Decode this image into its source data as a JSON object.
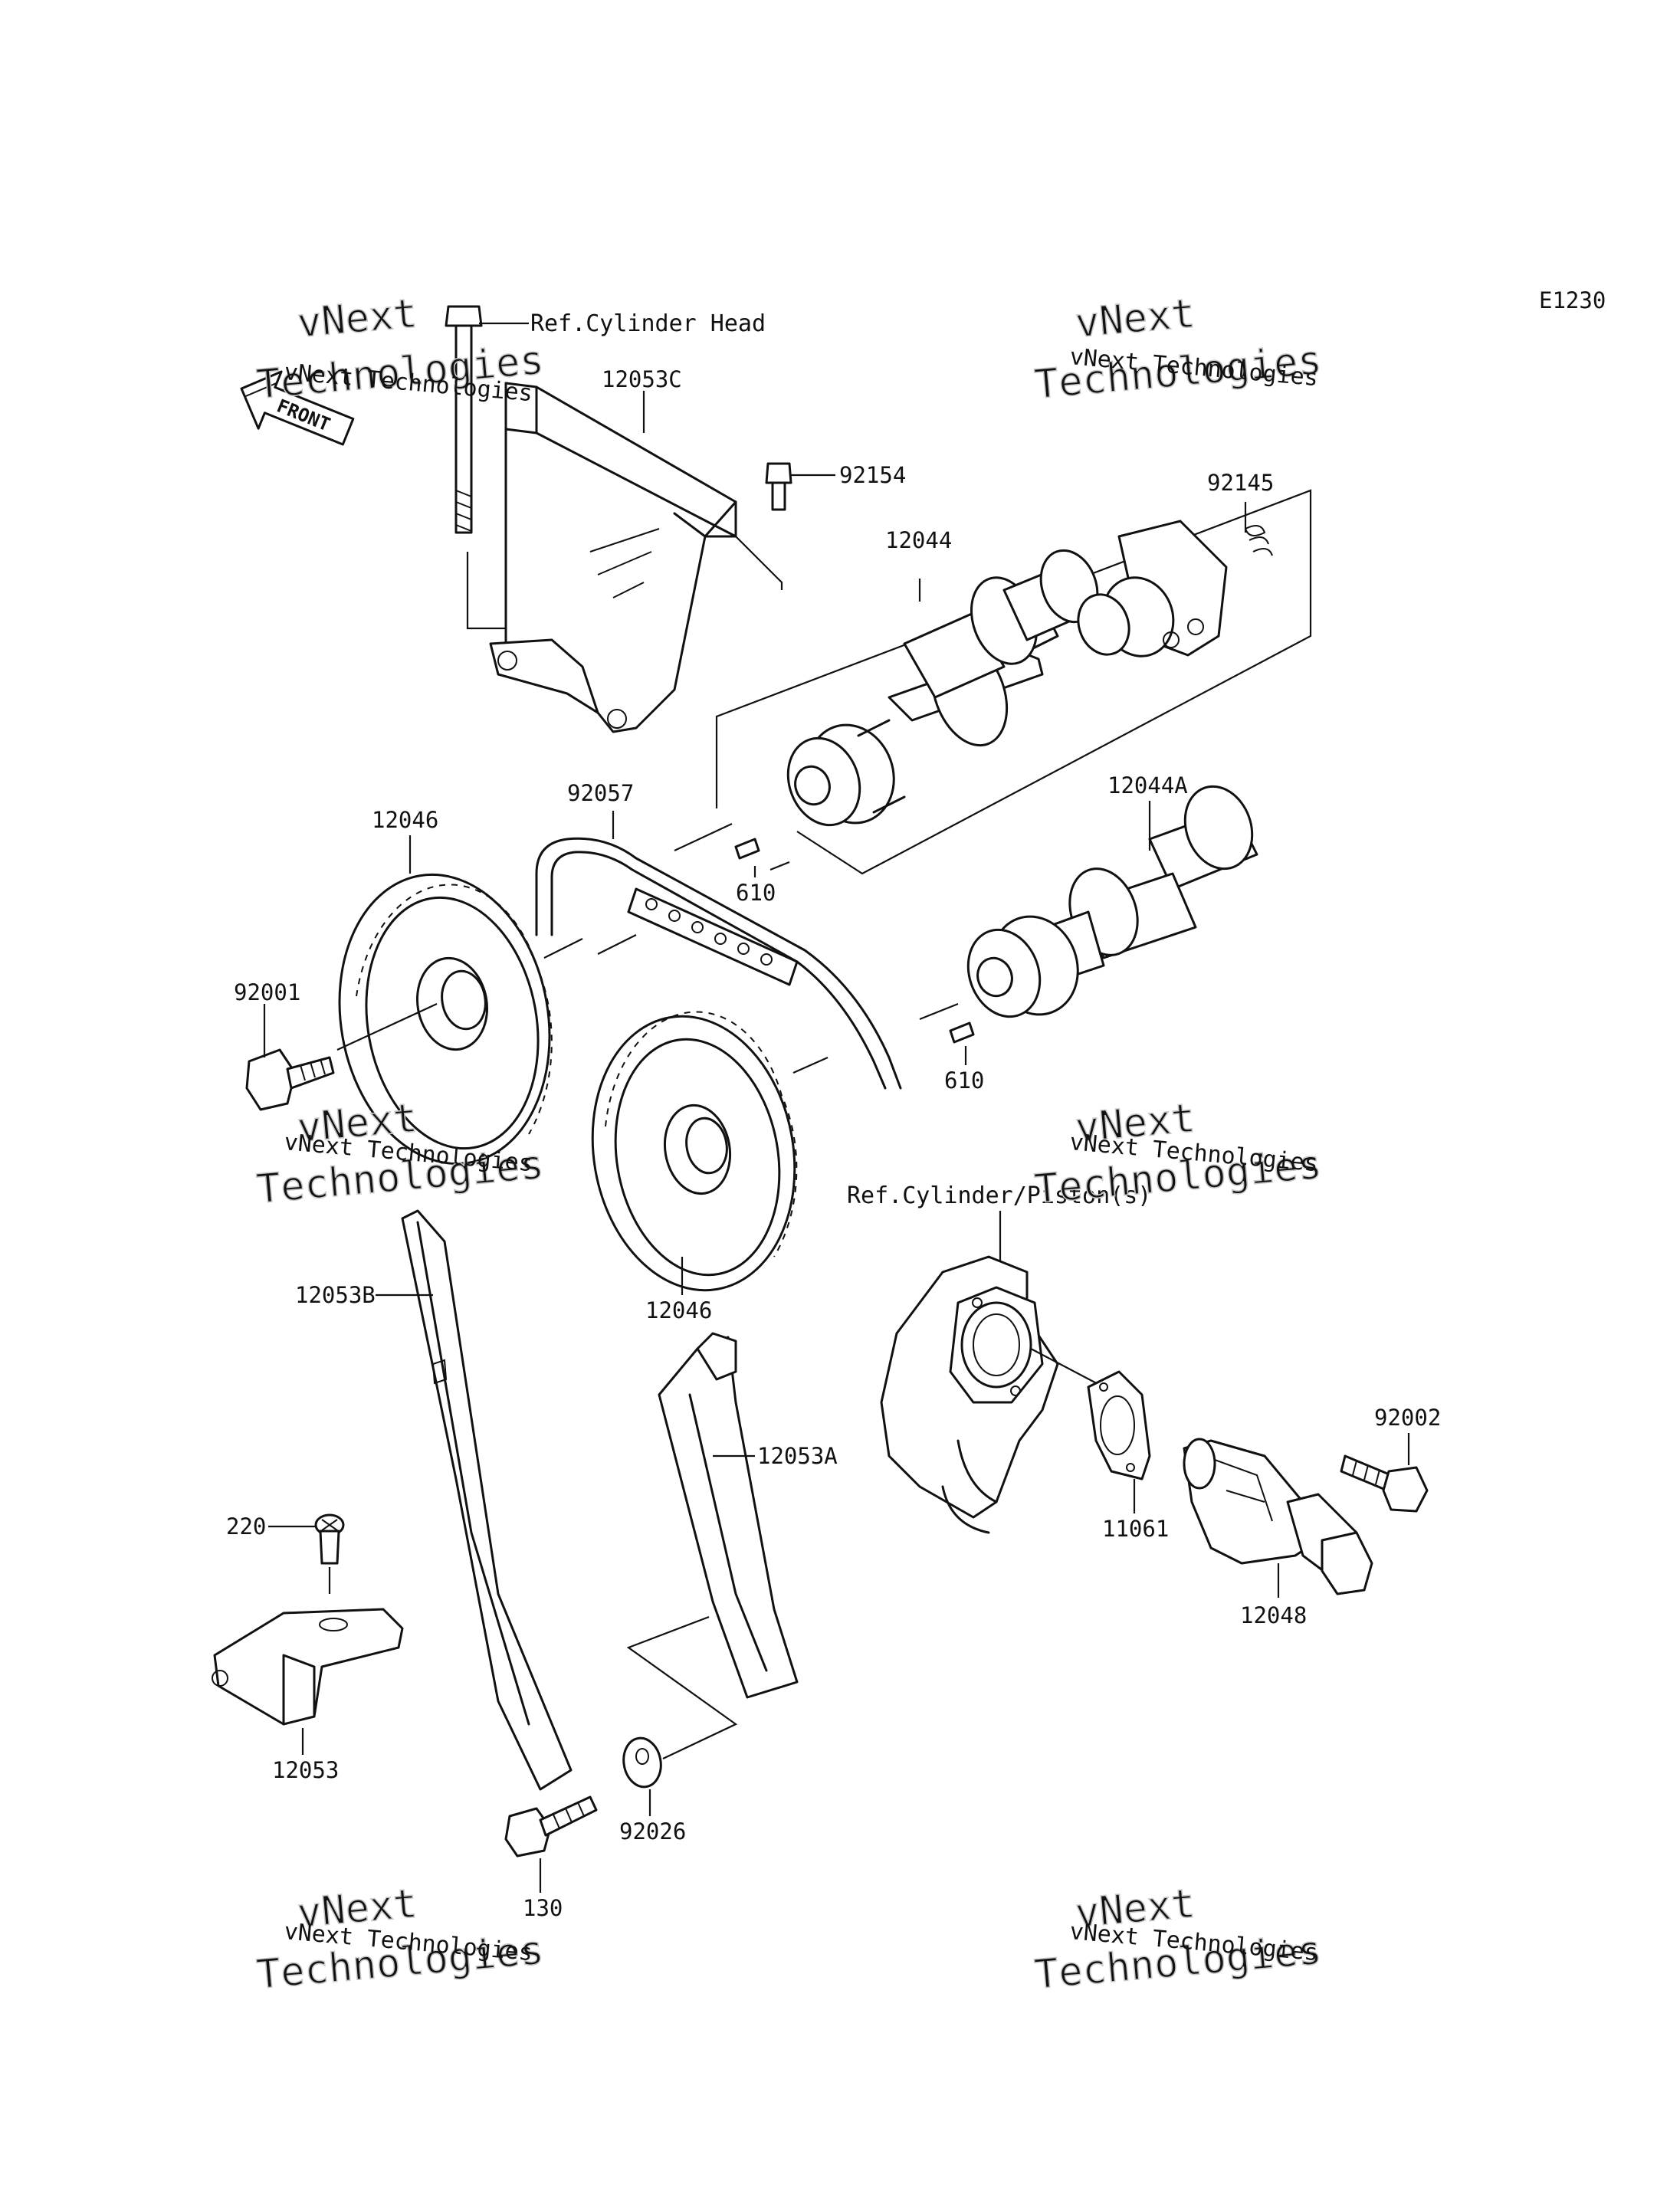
{
  "diagram": {
    "code": "E1230",
    "front_label": "FRONT",
    "references": {
      "cylinder_head": "Ref.Cylinder Head",
      "cylinder_piston": "Ref.Cylinder/Piston(s)"
    },
    "watermark": {
      "line1": "vNext Technologies",
      "line2": "vNext",
      "line3": "Technologies"
    },
    "parts": [
      {
        "id": "12053C",
        "label": "12053C"
      },
      {
        "id": "92154",
        "label": "92154"
      },
      {
        "id": "92145",
        "label": "92145"
      },
      {
        "id": "12044",
        "label": "12044"
      },
      {
        "id": "12044A",
        "label": "12044A"
      },
      {
        "id": "12046-upper",
        "label": "12046"
      },
      {
        "id": "12046-lower",
        "label": "12046"
      },
      {
        "id": "92057",
        "label": "92057"
      },
      {
        "id": "610-upper",
        "label": "610"
      },
      {
        "id": "610-lower",
        "label": "610"
      },
      {
        "id": "92001",
        "label": "92001"
      },
      {
        "id": "12053B",
        "label": "12053B"
      },
      {
        "id": "12053A",
        "label": "12053A"
      },
      {
        "id": "220",
        "label": "220"
      },
      {
        "id": "12053",
        "label": "12053"
      },
      {
        "id": "130",
        "label": "130"
      },
      {
        "id": "92026",
        "label": "92026"
      },
      {
        "id": "11061",
        "label": "11061"
      },
      {
        "id": "12048",
        "label": "12048"
      },
      {
        "id": "92002",
        "label": "92002"
      }
    ]
  }
}
